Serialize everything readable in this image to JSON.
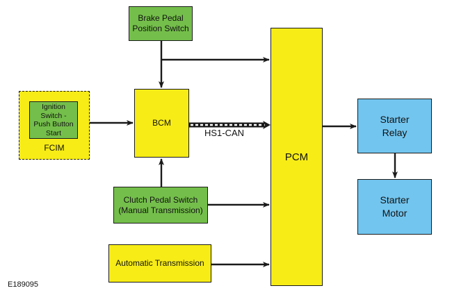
{
  "blocks": {
    "brake_pedal_switch": [
      "Brake Pedal",
      "Position Switch"
    ],
    "bcm": "BCM",
    "pcm": "PCM",
    "starter_relay": [
      "Starter",
      "Relay"
    ],
    "starter_motor": [
      "Starter",
      "Motor"
    ],
    "clutch_pedal_switch": [
      "Clutch Pedal Switch",
      "(Manual Transmission)"
    ],
    "automatic_transmission": "Automatic Transmission",
    "fcim": "FCIM",
    "ignition_switch": [
      "Ignition",
      "Switch -",
      "Push Button",
      "Start"
    ]
  },
  "bus_label": "HS1-CAN",
  "figure_id": "E189095",
  "colors": {
    "yellow": "#f7ec16",
    "green": "#74bf4b",
    "blue": "#72c5ef",
    "line": "#1a1a1a"
  }
}
